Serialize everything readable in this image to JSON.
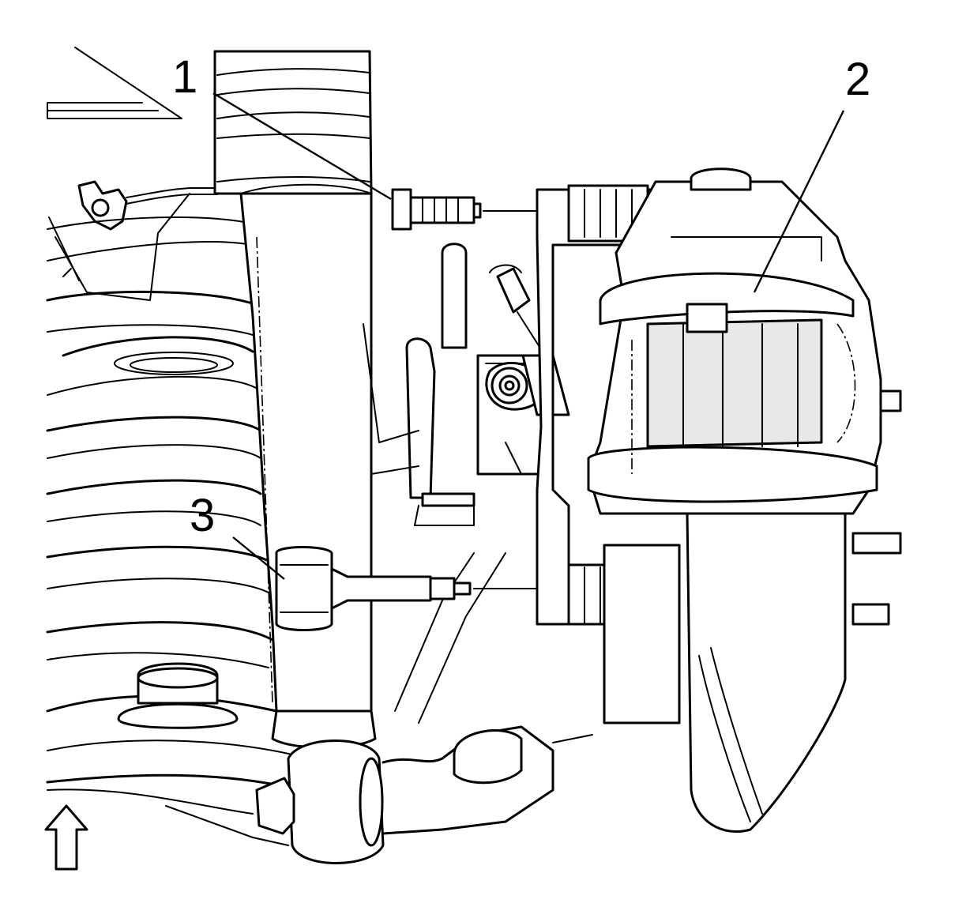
{
  "callouts": [
    {
      "id": "1",
      "label": "1"
    },
    {
      "id": "2",
      "label": "2"
    },
    {
      "id": "3",
      "label": "3"
    }
  ],
  "direction_indicator": {
    "icon": "up-arrow-icon"
  }
}
